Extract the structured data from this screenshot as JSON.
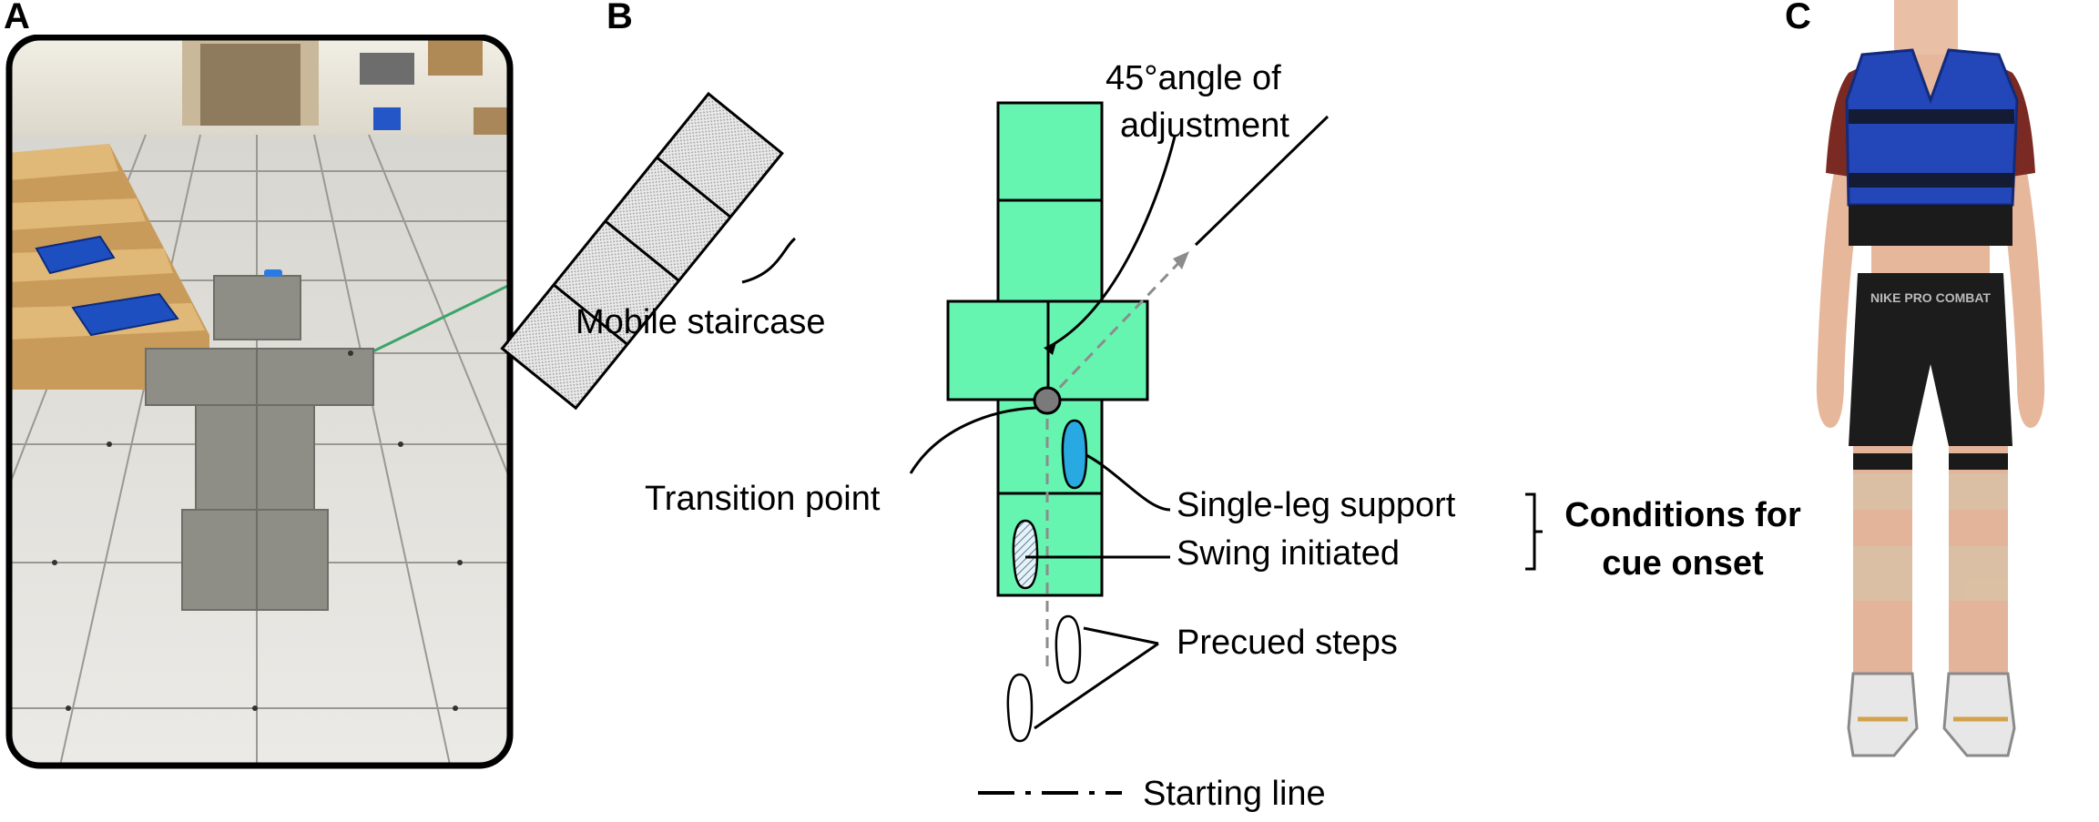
{
  "figure": {
    "panels": {
      "a": "A",
      "b": "B",
      "c": "C"
    }
  },
  "diagram": {
    "angle_label_line1": "45°angle of",
    "angle_label_line2": "adjustment",
    "mobile_staircase": "Mobile staircase",
    "transition_point": "Transition point",
    "single_leg_support": "Single-leg support",
    "swing_initiated": "Swing initiated",
    "conditions_line1": "Conditions for",
    "conditions_line2": "cue onset",
    "precued_steps": "Precued steps",
    "starting_line": "Starting line"
  },
  "photo_c": {
    "shorts_brand_text": "NIKE PRO COMBAT"
  },
  "colors": {
    "walkway_green": "#66f5b0",
    "foot_blue": "#29a9e1",
    "vest_blue": "#2346b8"
  }
}
